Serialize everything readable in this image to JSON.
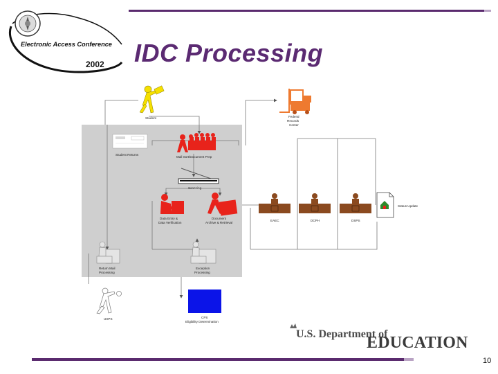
{
  "header": {
    "logo": {
      "line1": "Electronic Access Conference",
      "line2": "2002",
      "seal_icon": "department-seal-icon"
    },
    "title": "IDC Processing"
  },
  "diagram": {
    "nodes": {
      "student": "Student",
      "federal_records_center": [
        "Federal",
        "Records",
        "Center"
      ],
      "student_returns": "Student Returns",
      "mail_sort": "Mail Sort/Document Prep",
      "scanning": "Scanning",
      "data_entry": [
        "Data Entry &",
        "Data Verification"
      ],
      "document_archive": [
        "Document",
        "Archive & Retrieval"
      ],
      "office_1": "EAEC",
      "office_2": "DCPH",
      "office_3": "DSPS",
      "status_update": "Status Update",
      "return_mail": [
        "Return Mail",
        "Processing"
      ],
      "exception_processing": [
        "Exception",
        "Processing"
      ],
      "usps": "USPS",
      "cps": [
        "CPS",
        "Eligibility Determination"
      ]
    },
    "colors": {
      "active": "#e8231b",
      "inactive": "#d0d0d0",
      "office": "#8b4a1f",
      "forklift": "#ee7a30",
      "student": "#f5e000",
      "cps": "#0b14e8",
      "shaded_area": "#cfcfcf"
    }
  },
  "footer": {
    "dept_line1": "U.S. Department of",
    "dept_line2": "EDUCATION",
    "page_number": "10"
  }
}
